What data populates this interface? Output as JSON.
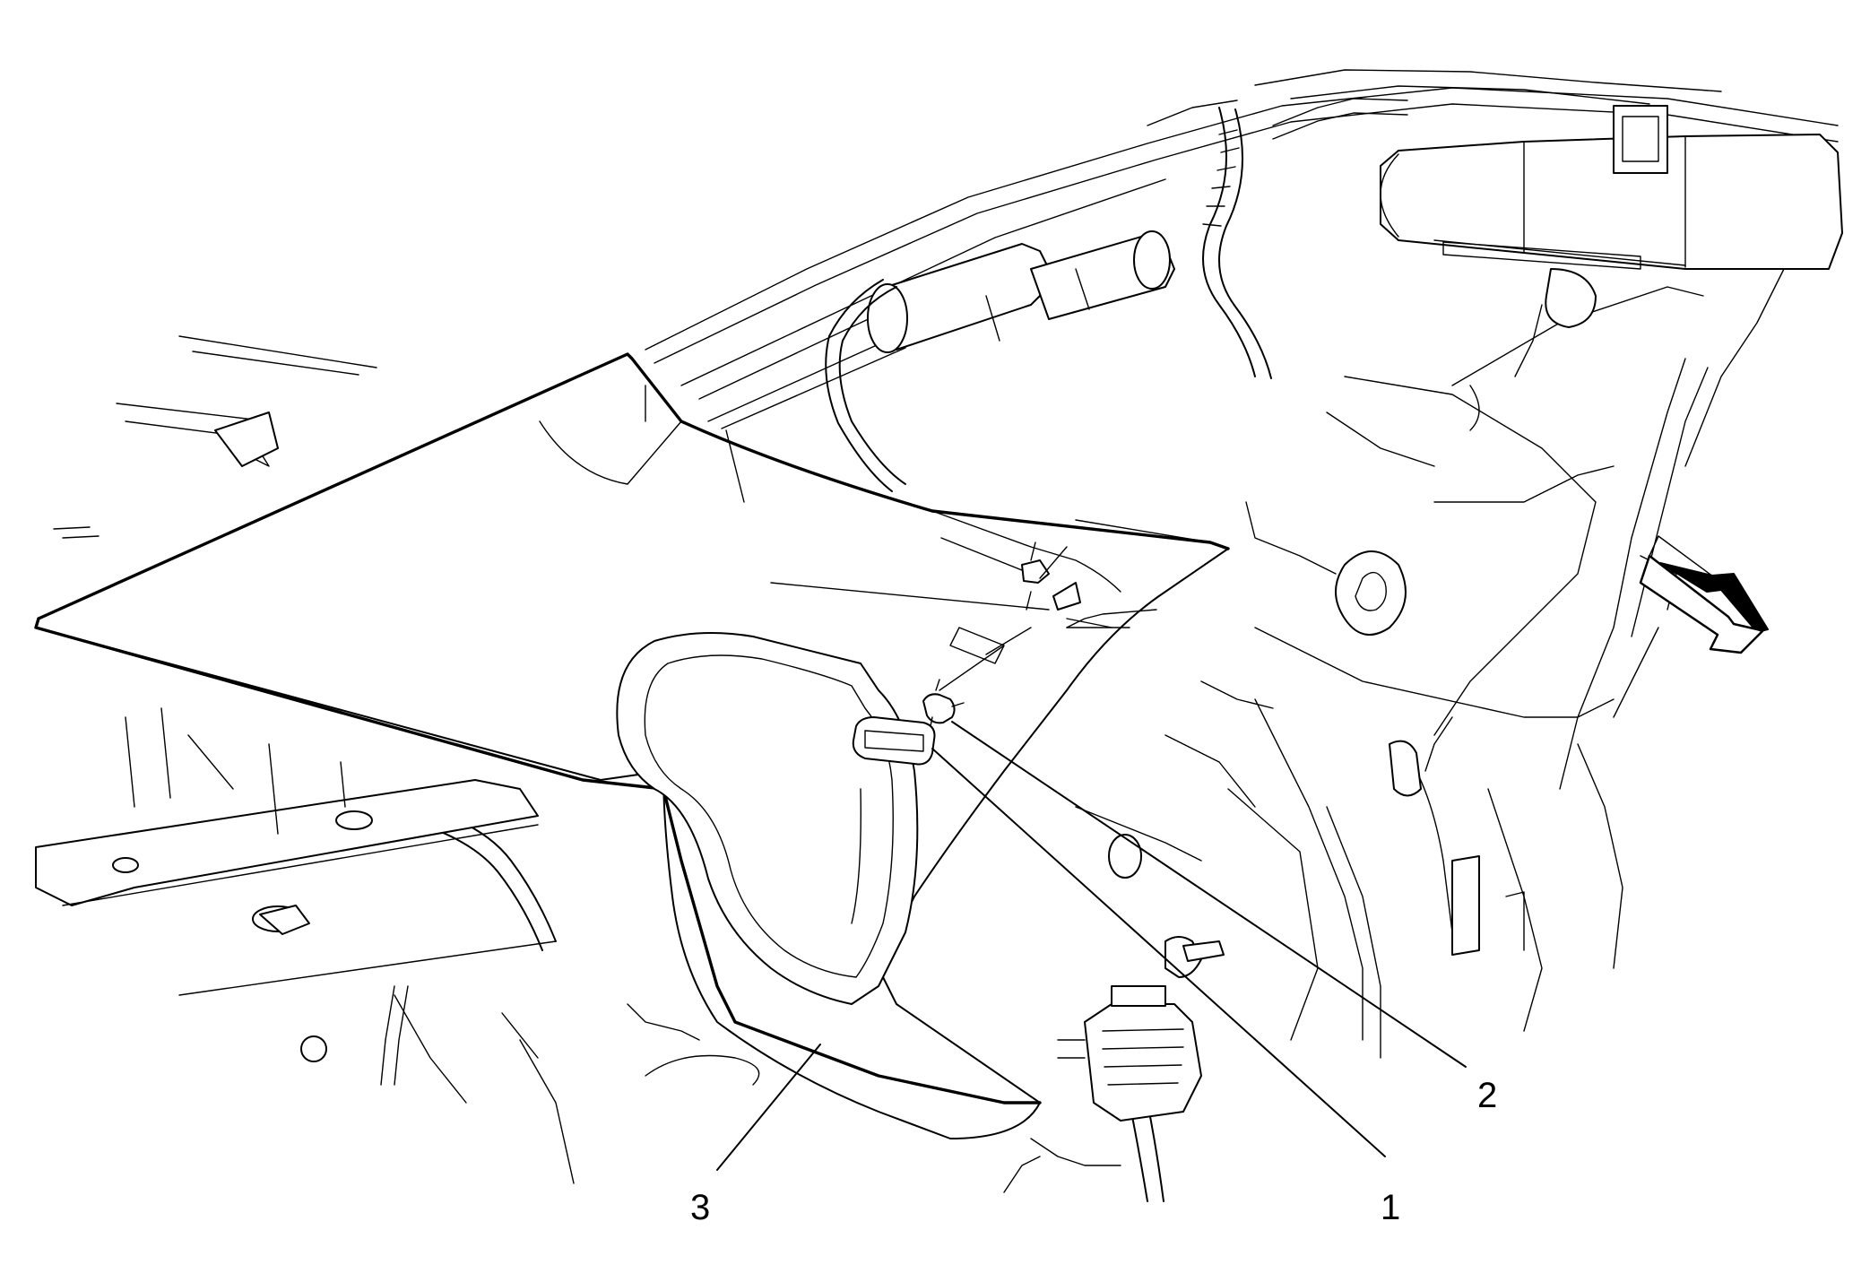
{
  "callouts": {
    "c1": "1",
    "c2": "2",
    "c3": "3"
  },
  "icons": {
    "direction_arrow": "front-direction-arrow-icon"
  }
}
